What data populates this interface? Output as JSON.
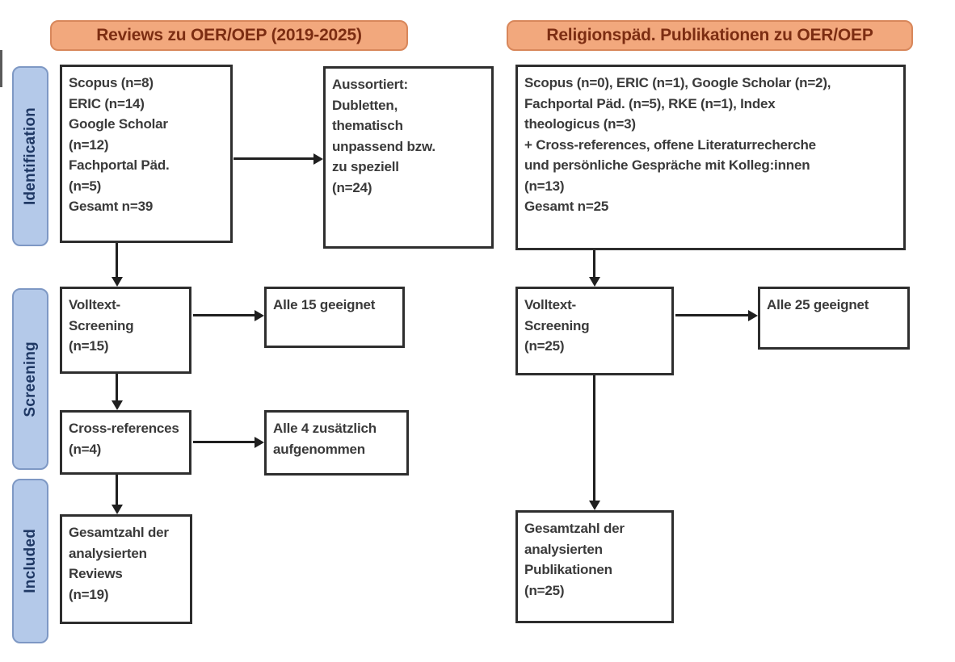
{
  "colors": {
    "page_bg": "#ffffff",
    "header_bg": "#f2a87d",
    "header_border": "#d8875b",
    "header_text": "#7c2d12",
    "stage_bg": "#b4c9e9",
    "stage_border": "#7e98c4",
    "stage_text": "#1f3864",
    "box_bg": "#ffffff",
    "box_border": "#2e2e2e",
    "box_text": "#3a3a3a",
    "arrow": "#1f1f1f"
  },
  "headers": {
    "reviews": "Reviews zu OER/OEP (2019-2025)",
    "religionspaed": "Religionspäd. Publikationen zu OER/OEP"
  },
  "stages": {
    "identification": "Identification",
    "screening": "Screening",
    "included": "Included"
  },
  "boxes": {
    "sources_reviews": {
      "lines": [
        "Scopus (n=8)",
        "ERIC (n=14)",
        "Google Scholar",
        "(n=12)",
        "Fachportal Päd.",
        "(n=5)",
        "Gesamt n=39"
      ]
    },
    "aussortiert": {
      "lines": [
        "Aussortiert:",
        "Dubletten,",
        "thematisch",
        "unpassend bzw.",
        "zu speziell",
        "(n=24)"
      ]
    },
    "volltext_reviews": {
      "lines": [
        "Volltext-",
        "Screening",
        "(n=15)"
      ]
    },
    "alle15": {
      "lines": [
        "Alle 15 geeignet"
      ]
    },
    "crossref": {
      "lines": [
        "Cross-references",
        "(n=4)"
      ]
    },
    "alle4": {
      "lines": [
        "Alle 4 zusätzlich",
        "aufgenommen"
      ]
    },
    "gesamt_reviews": {
      "lines": [
        "Gesamtzahl der",
        "analysierten",
        "Reviews",
        "(n=19)"
      ]
    },
    "sources_relpaed": {
      "lines": [
        "Scopus (n=0), ERIC (n=1), Google Scholar (n=2),",
        "Fachportal Päd. (n=5), RKE (n=1), Index",
        "theologicus (n=3)",
        "+ Cross-references, offene Literaturrecherche",
        "und persönliche Gespräche mit Kolleg:innen",
        "(n=13)",
        "Gesamt n=25"
      ]
    },
    "volltext_relpaed": {
      "lines": [
        "Volltext-",
        "Screening",
        "(n=25)"
      ]
    },
    "alle25": {
      "lines": [
        "Alle 25 geeignet"
      ]
    },
    "gesamt_relpaed": {
      "lines": [
        "Gesamtzahl der",
        "analysierten",
        "Publikationen",
        "(n=25)"
      ]
    }
  }
}
